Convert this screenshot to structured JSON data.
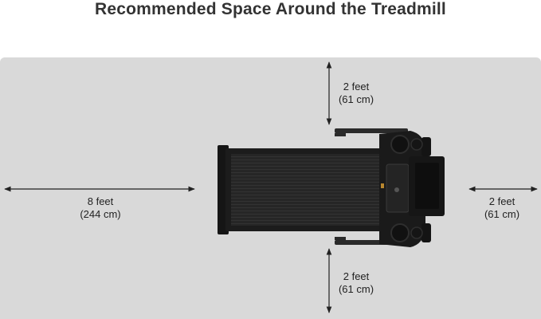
{
  "title": "Recommended Space Around the Treadmill",
  "colors": {
    "background": "#ffffff",
    "panel": "#d9d9d9",
    "treadmill": "#1e1e1e",
    "belt": "#2b2b2b",
    "arrow": "#222222",
    "text": "#222222"
  },
  "clearances": {
    "top": {
      "feet": "2 feet",
      "cm": "(61 cm)"
    },
    "bottom": {
      "feet": "2 feet",
      "cm": "(61 cm)"
    },
    "rear": {
      "feet": "8 feet",
      "cm": "(244 cm)"
    },
    "front": {
      "feet": "2 feet",
      "cm": "(61 cm)"
    }
  }
}
